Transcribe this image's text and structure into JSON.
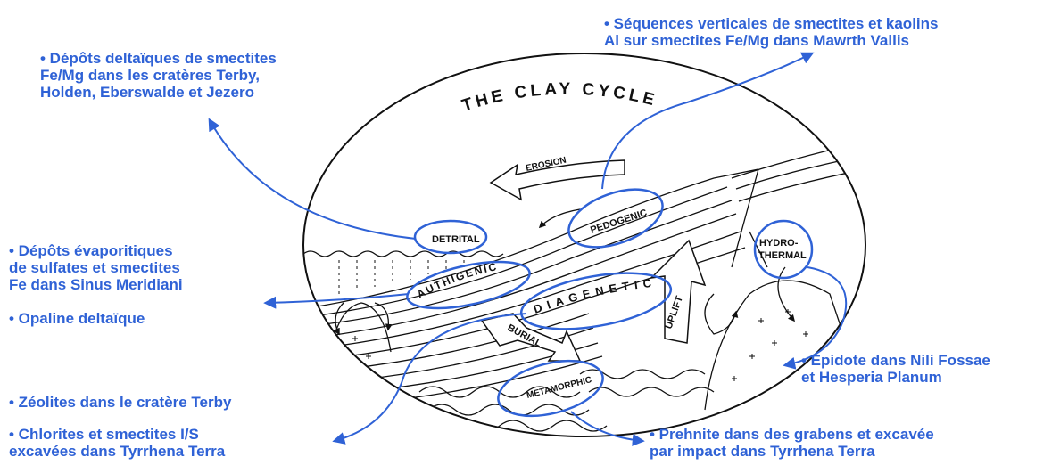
{
  "diagram": {
    "title": "THE CLAY CYCLE",
    "process_labels": {
      "erosion": "EROSION",
      "pedogenic": "PEDOGENIC",
      "detrital": "DETRITAL",
      "hydrothermal_1": "HYDRO-",
      "hydrothermal_2": "THERMAL",
      "authigenic": "AUTHIGENIC",
      "diagenetic": "DIAGENETIC",
      "uplift": "UPLIFT",
      "burial": "BURIAL",
      "metamorphic": "METAMORPHIC"
    },
    "accent_color": "#2f62d6"
  },
  "annotations": {
    "deltaic": {
      "line1": "• Dépôts deltaïques de smectites",
      "line2": "Fe/Mg dans les cratères Terby,",
      "line3": "Holden, Eberswalde et Jezero"
    },
    "mawrth": {
      "line1": "• Séquences verticales de smectites et kaolins",
      "line2": "Al sur smectites Fe/Mg dans Mawrth Vallis"
    },
    "evaporitic": {
      "line1": "• Dépôts évaporitiques",
      "line2": "de sulfates et smectites",
      "line3": "Fe dans Sinus Meridiani"
    },
    "opaline": {
      "line1": "• Opaline deltaïque"
    },
    "epidote": {
      "line1": "• Epidote dans Nili Fossae",
      "line2": "et Hesperia Planum"
    },
    "zeolites": {
      "line1": "• Zéolites dans le cratère Terby"
    },
    "chlorites": {
      "line1": "• Chlorites et smectites I/S",
      "line2": "excavées dans Tyrrhena Terra"
    },
    "prehnite": {
      "line1": "• Prehnite dans des grabens et excavée",
      "line2": "par impact dans Tyrrhena Terra"
    }
  }
}
